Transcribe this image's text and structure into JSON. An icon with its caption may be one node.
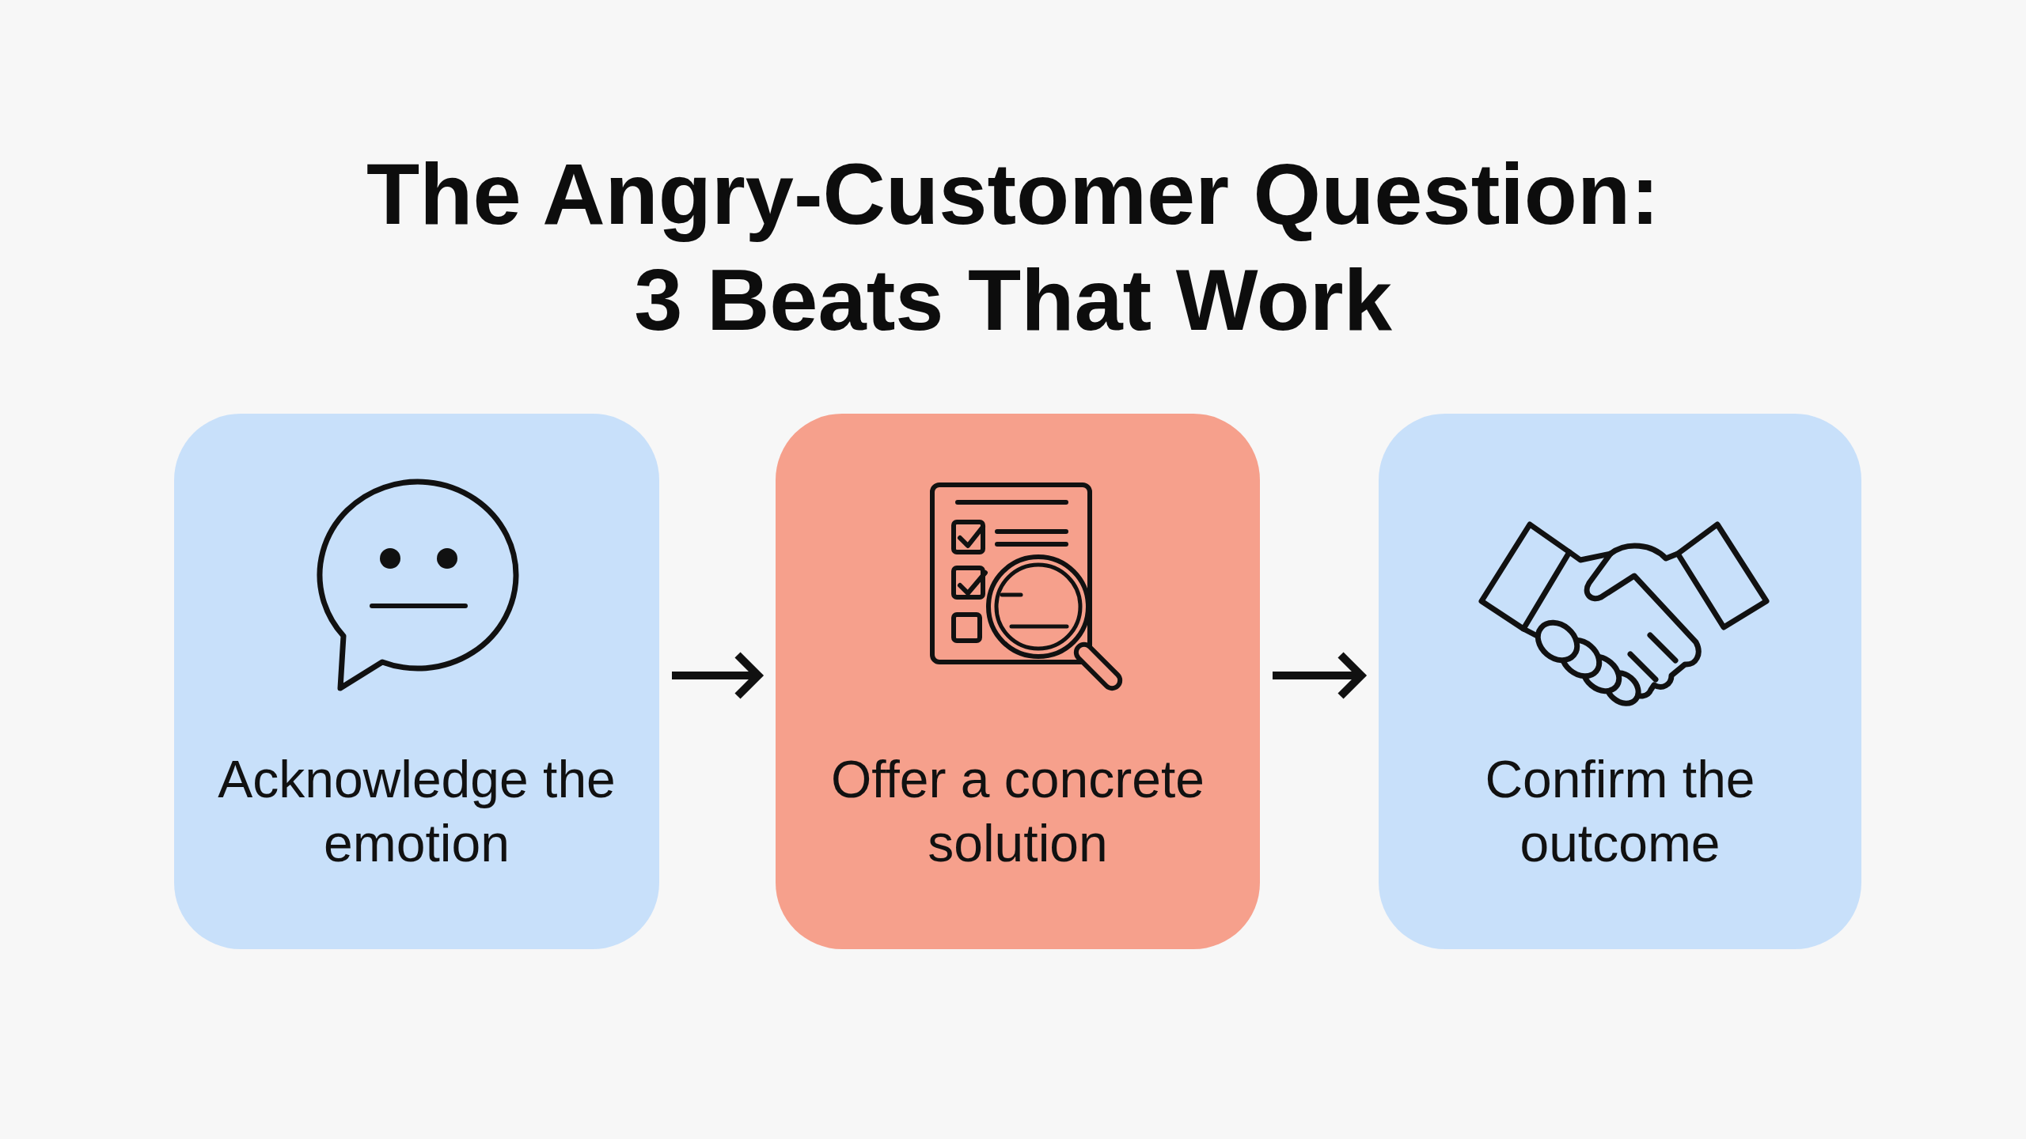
{
  "diagram": {
    "title": "The Angry-Customer Question: 3 Beats That Work",
    "nodes": [
      {
        "text": [
          "Acknowledge the emotion"
        ]
      },
      {
        "text": [
          "Offer a concrete solution"
        ]
      },
      {
        "text": [
          "Confirm the outcome"
        ]
      }
    ],
    "edges": [
      {
        "from": 0,
        "to": 1,
        "arrow": "to"
      },
      {
        "from": 1,
        "to": 2,
        "arrow": "to"
      }
    ]
  }
}
